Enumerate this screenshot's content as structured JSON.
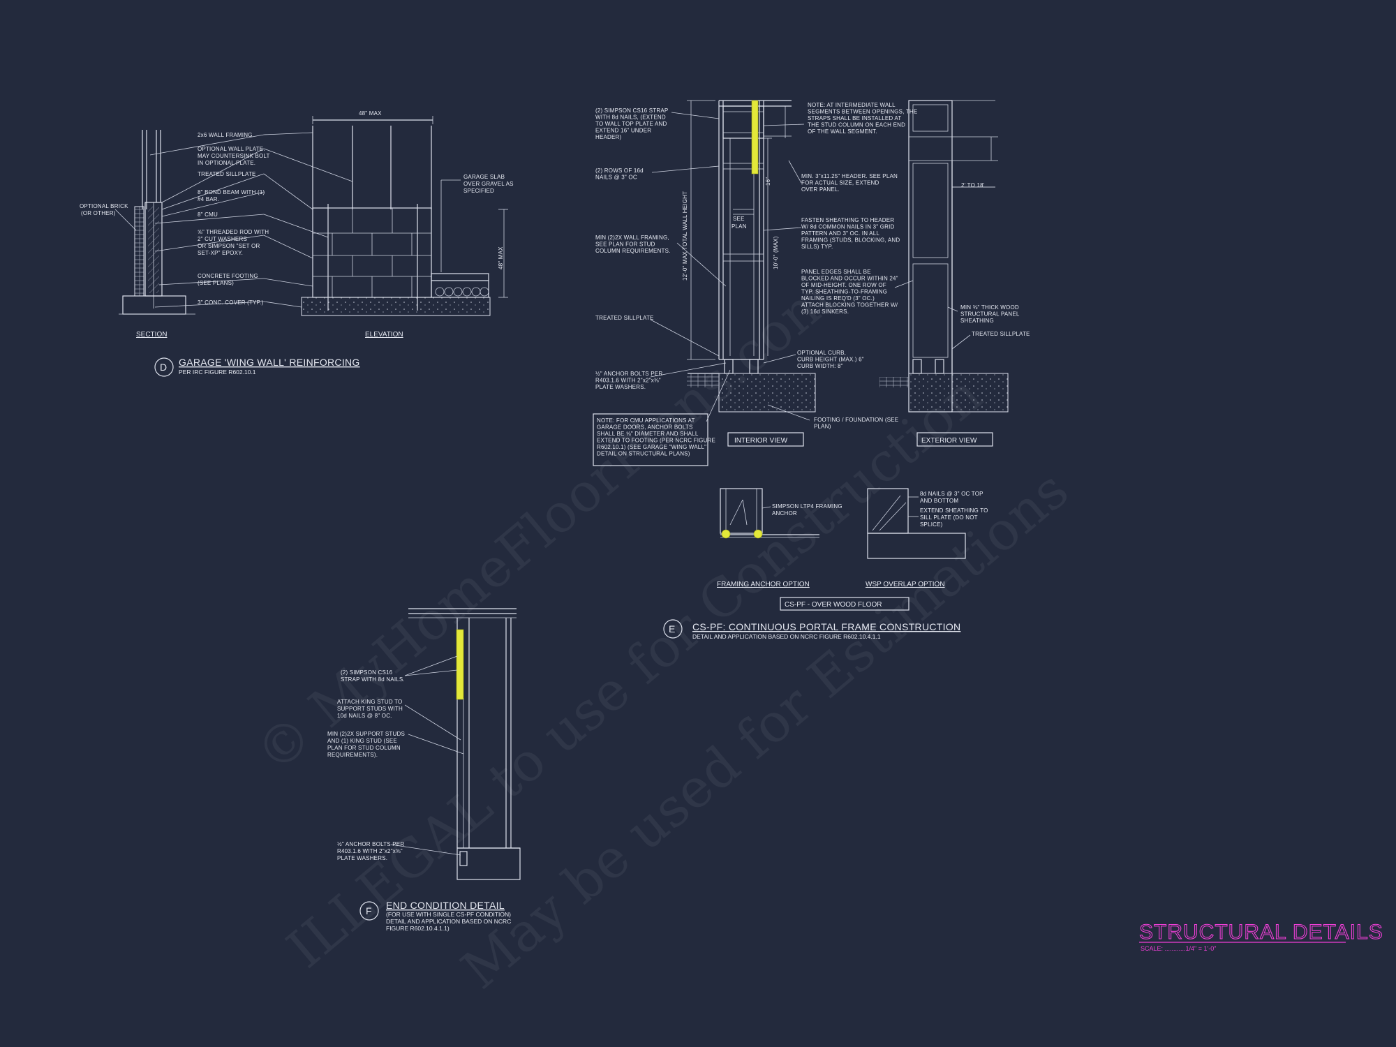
{
  "detail_d": {
    "marker": "D",
    "title": "GARAGE 'WING WALL' REINFORCING",
    "subtitle": "PER IRC FIGURE R602.10.1",
    "dimension_48_max_top": "48\" MAX",
    "dimension_48_max_side": "48\" MAX",
    "section_label": "SECTION",
    "elevation_label": "ELEVATION",
    "notes": [
      "2x6 WALL FRAMING",
      "OPTIONAL WALL PLATE.",
      "MAY COUNTERSINK BOLT",
      "IN OPTIONAL PLATE.",
      "TREATED SILLPLATE",
      "8\" BOND BEAM WITH (1)",
      "#4 BAR.",
      "8\" CMU",
      "⅝\" THREADED ROD WITH",
      "2\" CUT WASHERS",
      "OR SIMPSON \"SET OR",
      "SET-XP\" EPOXY.",
      "CONCRETE FOOTING",
      "(SEE PLANS)",
      "3\" CONC. COVER (TYP.)"
    ],
    "optional_brick": [
      "OPTIONAL BRICK",
      "(OR OTHER)"
    ],
    "garage_slab": [
      "GARAGE SLAB",
      "OVER GRAVEL AS",
      "SPECIFIED"
    ]
  },
  "detail_e": {
    "marker": "E",
    "title": "CS-PF: CONTINUOUS PORTAL FRAME CONSTRUCTION",
    "subtitle": "DETAIL AND APPLICATION BASED ON NCRC FIGURE R602.10.4.1.1",
    "left_notes": [
      [
        "(2) SIMPSON CS16 STRAP",
        "WITH 8d NAILS, (EXTEND",
        "TO WALL TOP PLATE AND",
        "EXTEND 16\" UNDER",
        "HEADER)"
      ],
      [
        "(2) ROWS OF 16d",
        "NAILS @ 3\" OC"
      ],
      [
        "MIN (2)2X WALL FRAMING,",
        "SEE PLAN FOR STUD",
        "COLUMN REQUIREMENTS."
      ],
      [
        "TREATED SILLPLATE"
      ],
      [
        "½\" ANCHOR BOLTS PER",
        "R403.1.6 WITH 2\"x2\"x⅜\"",
        "PLATE WASHERS."
      ]
    ],
    "cmu_note": [
      "NOTE: FOR CMU APPLICATIONS AT",
      "GARAGE DOORS, ANCHOR BOLTS",
      "SHALL BE ⅝\" DIAMETER AND SHALL",
      "EXTEND TO FOOTING (PER NCRC FIGURE",
      "R602.10.1) (SEE GARAGE \"WING WALL\"",
      "DETAIL ON STRUCTURAL PLANS)"
    ],
    "right_notes": [
      [
        "NOTE: AT INTERMEDIATE WALL",
        "SEGMENTS BETWEEN OPENINGS, THE",
        "STRAPS SHALL BE INSTALLED AT",
        "THE STUD COLUMN ON EACH END",
        "OF THE WALL SEGMENT."
      ],
      [
        "MIN. 3\"x11.25\" HEADER. SEE PLAN",
        "FOR ACTUAL SIZE, EXTEND",
        "OVER PANEL."
      ],
      [
        "FASTEN SHEATHING TO HEADER",
        "W/ 8d COMMON NAILS IN 3\" GRID",
        "PATTERN AND 3\" OC. IN ALL",
        "FRAMING (STUDS, BLOCKING, AND",
        "SILLS) TYP."
      ],
      [
        "PANEL EDGES SHALL BE",
        "BLOCKED AND OCCUR WITHIN 24\"",
        "OF MID-HEIGHT. ONE ROW OF",
        "TYP. SHEATHING-TO-FRAMING",
        "NAILING IS REQ'D (3\" OC.)",
        "ATTACH BLOCKING TOGETHER W/",
        "(3) 16d SINKERS."
      ],
      [
        "OPTIONAL CURB,",
        "CURB HEIGHT (MAX.) 6\"",
        "CURB WIDTH: 8\""
      ],
      [
        "FOOTING / FOUNDATION (SEE",
        "PLAN)"
      ]
    ],
    "exterior_notes": [
      [
        "MIN ⅜\" THICK WOOD",
        "STRUCTURAL PANEL",
        "SHEATHING"
      ],
      [
        "TREATED SILLPLATE"
      ]
    ],
    "dims": {
      "total_wall_height": "12'-0\" MAX TOTAL WALL HEIGHT",
      "height_10": "10'-0\" (MAX)",
      "dim_16": "16\"",
      "see_plan": [
        "SEE",
        "PLAN"
      ],
      "two_to_18": "2' TO 18'"
    },
    "view_labels": [
      "INTERIOR VIEW",
      "EXTERIOR VIEW"
    ],
    "option_notes": [
      [
        "SIMPSON LTP4 FRAMING",
        "ANCHOR"
      ],
      [
        "8d NAILS @ 3\" OC TOP",
        "AND BOTTOM"
      ],
      [
        "EXTEND SHEATHING TO",
        "SILL PLATE (DO NOT",
        "SPLICE)"
      ]
    ],
    "option_labels": [
      "FRAMING ANCHOR OPTION",
      "WSP OVERLAP OPTION"
    ],
    "floor_label": "CS-PF - OVER WOOD FLOOR"
  },
  "detail_f": {
    "marker": "F",
    "title": "END CONDITION DETAIL",
    "subtitle": [
      "(FOR USE WITH SINGLE CS-PF CONDITION)",
      "DETAIL AND APPLICATION BASED ON NCRC",
      "FIGURE R602.10.4.1.1)"
    ],
    "notes": [
      [
        "(2) SIMPSON CS16",
        "STRAP WITH 8d NAILS."
      ],
      [
        "ATTACH KING STUD TO",
        "SUPPORT STUDS WITH",
        "10d NAILS @ 8\" OC."
      ],
      [
        "MIN (2)2X SUPPORT STUDS",
        "AND (1) KING STUD (SEE",
        "PLAN FOR STUD COLUMN",
        "REQUIREMENTS)."
      ],
      [
        "½\" ANCHOR BOLTS PER",
        "R403.1.6 WITH 2\"x2\"x⅜\"",
        "PLATE WASHERS."
      ]
    ]
  },
  "title_block": {
    "title": "STRUCTURAL DETAILS",
    "scale": "SCALE: ............1/4\" = 1'-0\""
  },
  "watermark": [
    "© MyHomeFloorPlans.com",
    "ILLEGAL to use for Construction",
    "May be used for Estimations"
  ],
  "colors": {
    "background": "#232a3d",
    "line": "#dfe3ee",
    "strap": "#e3e83a",
    "title": "#ee3fd6"
  }
}
